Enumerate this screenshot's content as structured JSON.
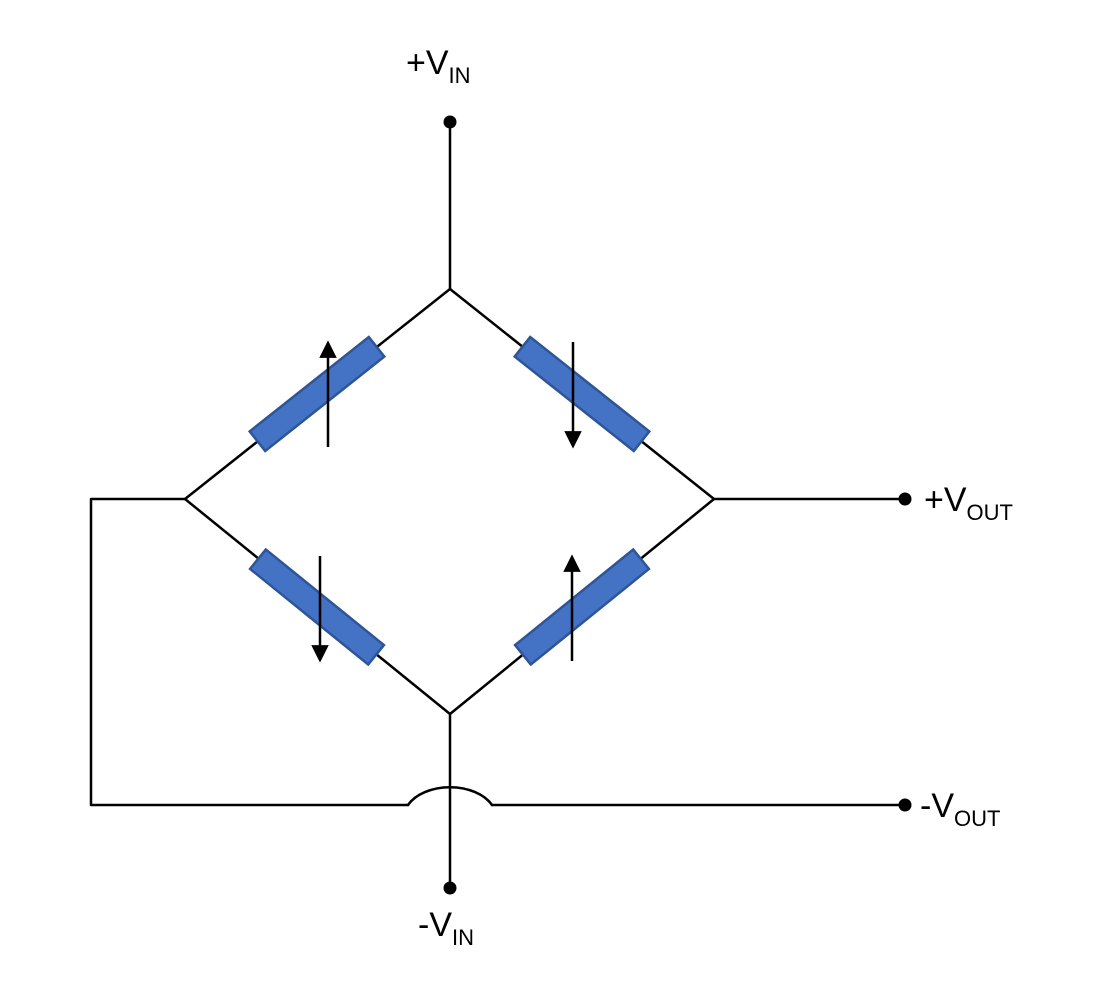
{
  "labels": {
    "vin_pos": {
      "main": "+V",
      "sub": "IN"
    },
    "vin_neg": {
      "main": "-V",
      "sub": "IN"
    },
    "vout_pos": {
      "main": "+V",
      "sub": "OUT"
    },
    "vout_neg": {
      "main": "-V",
      "sub": "OUT"
    }
  },
  "colors": {
    "wire": "#000000",
    "gauge_fill": "#4472C4",
    "gauge_stroke": "#2E5597",
    "background": "#FFFFFF"
  },
  "gauges": [
    {
      "position": "top-left",
      "arrow": "up"
    },
    {
      "position": "top-right",
      "arrow": "down"
    },
    {
      "position": "bottom-left",
      "arrow": "down"
    },
    {
      "position": "bottom-right",
      "arrow": "up"
    }
  ]
}
